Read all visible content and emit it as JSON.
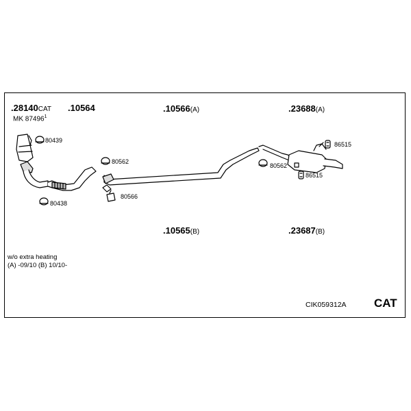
{
  "parts": {
    "p28140": {
      "num": ".28140",
      "suffix": "CAT"
    },
    "mk": {
      "num": "MK 87496",
      "sup": "1"
    },
    "p10564": {
      "num": ".10564"
    },
    "p10566": {
      "num": ".10566",
      "suffix": "(A)"
    },
    "p23688": {
      "num": ".23688",
      "suffix": "(A)"
    },
    "p10565": {
      "num": ".10565",
      "suffix": "(B)"
    },
    "p23687": {
      "num": ".23687",
      "suffix": "(B)"
    }
  },
  "small_parts": {
    "c80439": "80439",
    "c80438": "80438",
    "c80562a": "80562",
    "c80566": "80566",
    "c80562b": "80562",
    "c86515a": "86515",
    "c86515b": "86515"
  },
  "notes": {
    "line1": "w/o extra heating",
    "line2": "(A) -09/10 (B) 10/10-"
  },
  "footer": {
    "code": "CIK059312A",
    "cat": "CAT"
  },
  "colors": {
    "line": "#000000",
    "fill": "#ffffff",
    "shade": "#bdbdbd"
  }
}
